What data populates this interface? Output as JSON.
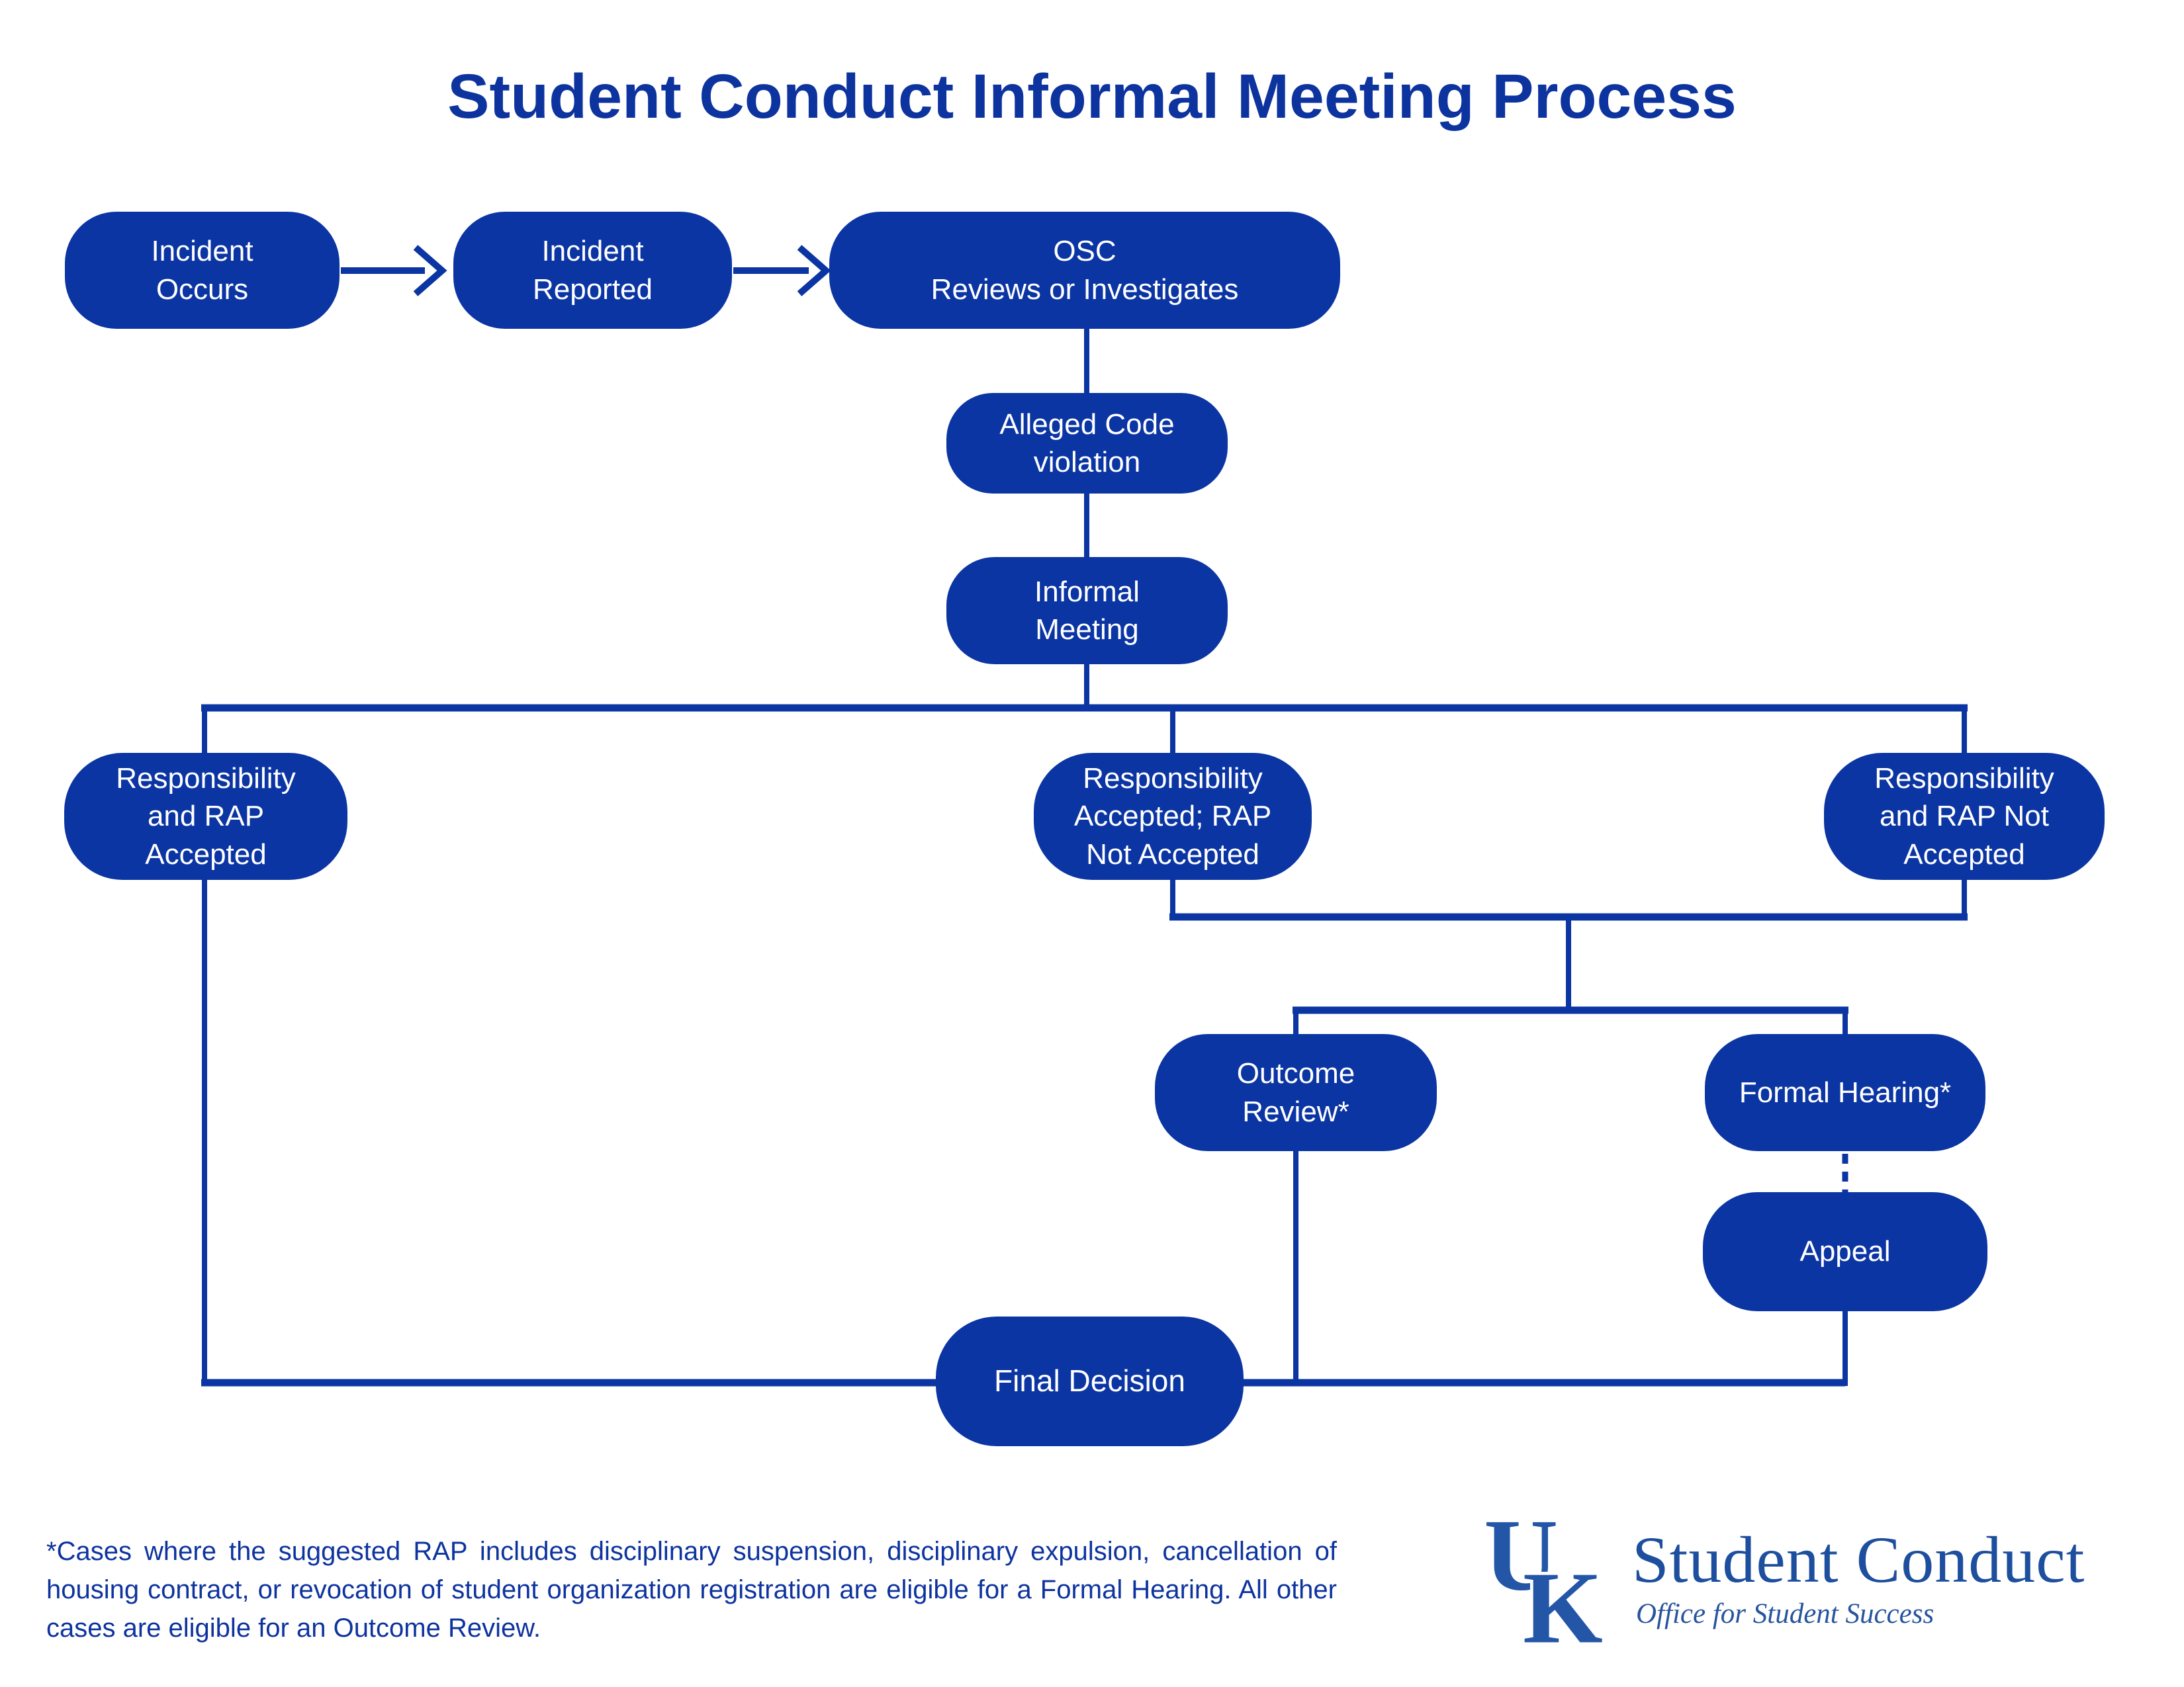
{
  "title": "Student Conduct Informal Meeting Process",
  "nodes": {
    "incident_occurs": "Incident\nOccurs",
    "incident_reported": "Incident\nReported",
    "osc_reviews": "OSC\nReviews or Investigates",
    "alleged_code_violation": "Alleged Code\nviolation",
    "informal_meeting": "Informal\nMeeting",
    "resp_and_rap_accepted": "Responsibility\nand RAP\nAccepted",
    "resp_accepted_rap_not": "Responsibility\nAccepted; RAP\nNot Accepted",
    "resp_and_rap_not_accepted": "Responsibility\nand RAP Not\nAccepted",
    "outcome_review": "Outcome\nReview*",
    "formal_hearing": "Formal Hearing*",
    "appeal": "Appeal",
    "final_decision": "Final Decision"
  },
  "footnote": "*Cases where the suggested RAP includes disciplinary suspension, disciplinary expulsion, cancellation of housing contract, or revocation of student organization registration are eligible for a Formal Hearing. All other cases are eligible for an Outcome Review.",
  "logo": {
    "monogram_u": "U",
    "monogram_k": "K",
    "org_name": "Student Conduct",
    "tagline": "Office for Student Success"
  },
  "colors": {
    "primary_blue": "#0B35A3",
    "title_text_blue": "#0D339F",
    "logo_mark_blue": "#2456A8",
    "logo_text_blue": "#1D4F9E",
    "node_text": "#FFFFFF",
    "background": "#FFFFFF"
  }
}
